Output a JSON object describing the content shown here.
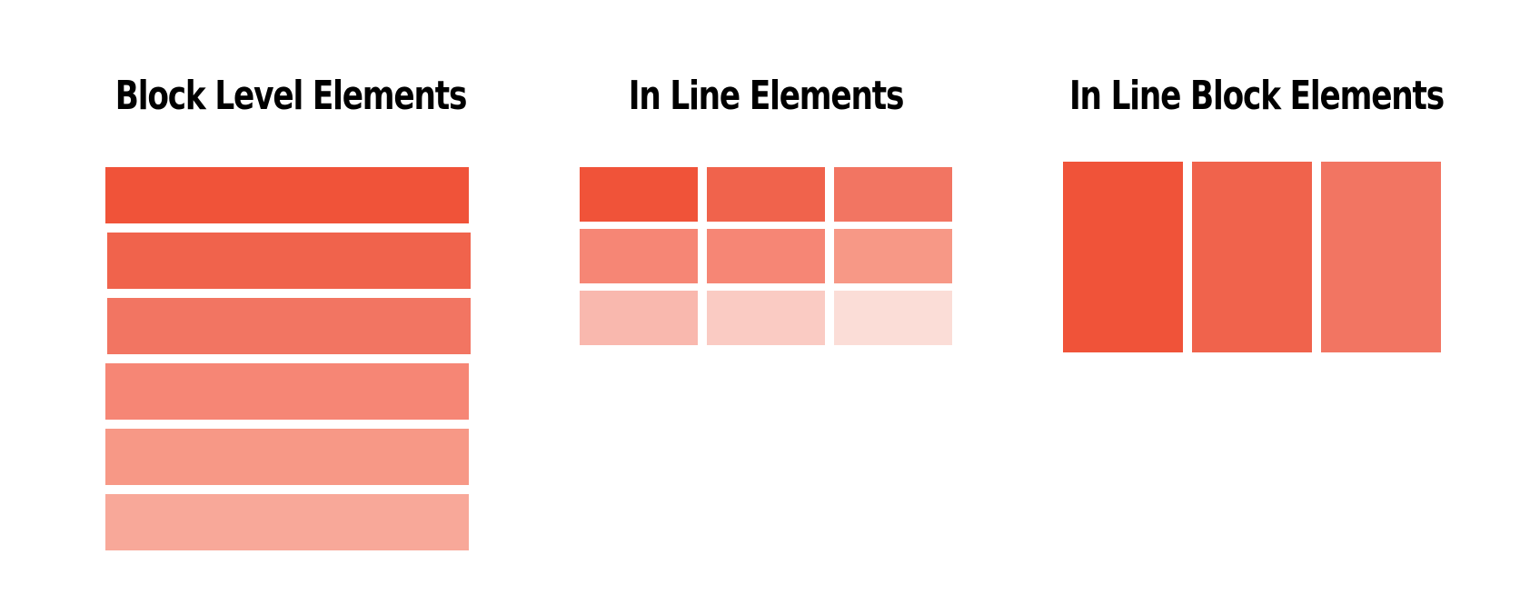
{
  "sections": [
    {
      "title": "Block Level Elements",
      "colors": [
        "#F05339",
        "#F0634C",
        "#F27562",
        "#F68675",
        "#F79886",
        "#F8A899"
      ]
    },
    {
      "title": "In Line Elements",
      "colors": [
        "#F05339",
        "#F0634C",
        "#F27562",
        "#F68675",
        "#F68675",
        "#F79886",
        "#F9B8AE",
        "#FACBC3",
        "#FBDDD7"
      ]
    },
    {
      "title": "In Line Block Elements",
      "colors": [
        "#F05339",
        "#F0634C",
        "#F27562"
      ]
    }
  ]
}
